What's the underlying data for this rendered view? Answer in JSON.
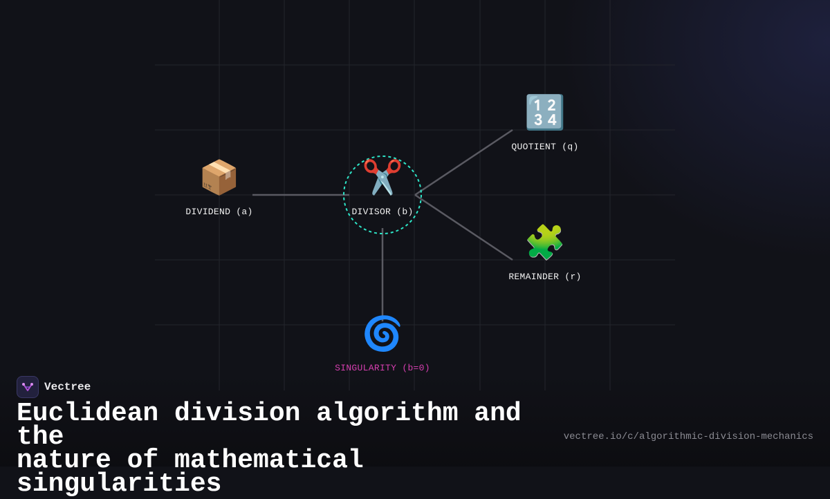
{
  "diagram": {
    "nodes": [
      {
        "id": "dividend",
        "icon": "package-icon",
        "glyph": "📦",
        "label": "DIVIDEND (a)",
        "color": "#f2f2f2"
      },
      {
        "id": "divisor",
        "icon": "scissors-icon",
        "glyph": "✂️",
        "label": "DIVISOR (b)",
        "color": "#f2f2f2"
      },
      {
        "id": "quotient",
        "icon": "numbers-icon",
        "glyph": "🔢",
        "label": "QUOTIENT (q)",
        "color": "#f2f2f2"
      },
      {
        "id": "remainder",
        "icon": "puzzle-icon",
        "glyph": "🧩",
        "label": "REMAINDER (r)",
        "color": "#f2f2f2"
      },
      {
        "id": "singularity",
        "icon": "cyclone-icon",
        "glyph": "🌀",
        "label": "SINGULARITY (b=0)",
        "color": "#d63fb0"
      }
    ],
    "edges": [
      {
        "from": "dividend",
        "to": "divisor"
      },
      {
        "from": "divisor",
        "to": "quotient"
      },
      {
        "from": "divisor",
        "to": "remainder"
      },
      {
        "from": "divisor",
        "to": "singularity"
      }
    ],
    "highlight_color": "#2ee6c8",
    "edge_color": "#5a5a62"
  },
  "brand": {
    "name": "Vectree",
    "accent": "#b24fd6"
  },
  "title": {
    "line1": "Euclidean division algorithm and the",
    "line2": "nature of mathematical singularities"
  },
  "url": "vectree.io/c/algorithmic-division-mechanics"
}
